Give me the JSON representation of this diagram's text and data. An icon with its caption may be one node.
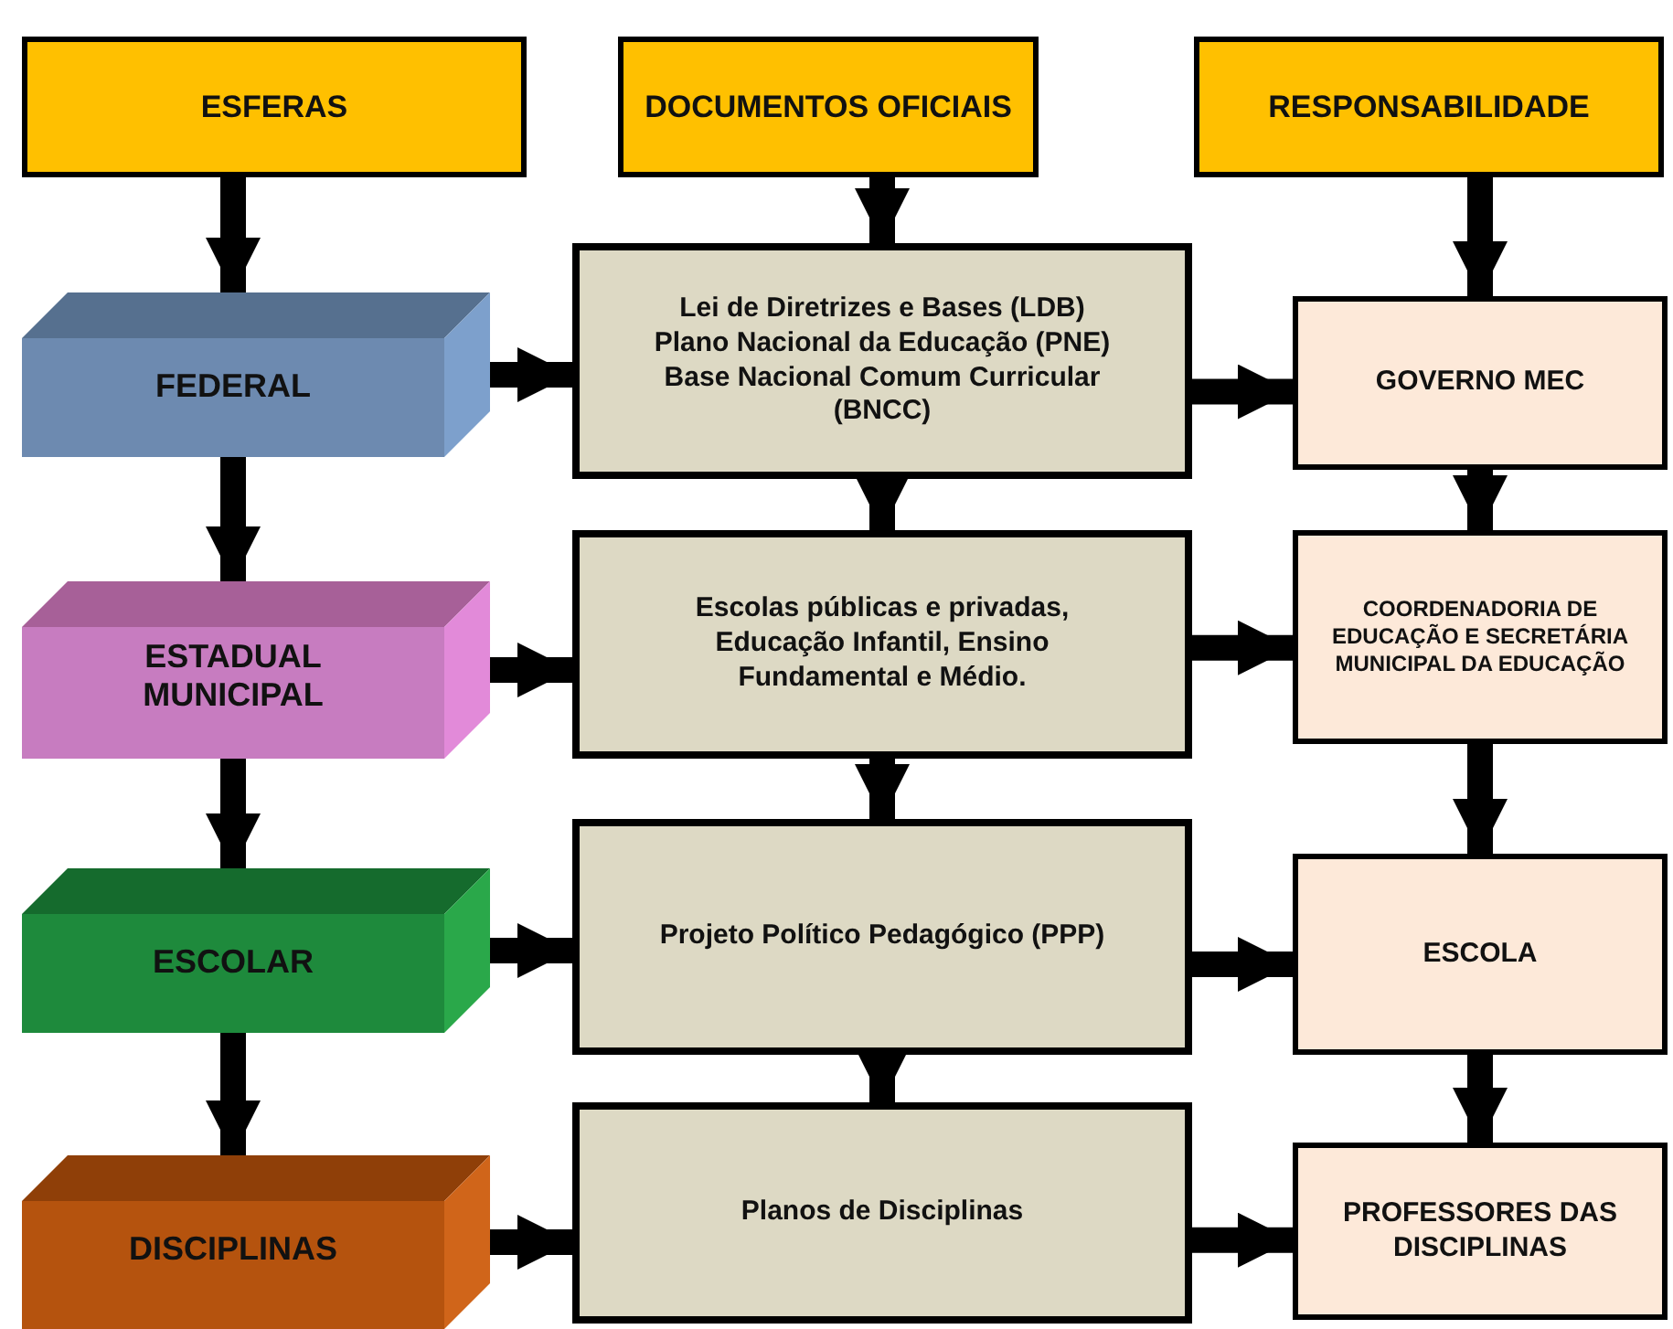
{
  "diagram": {
    "nodes": [
      {
        "text": [
          "ESFERAS"
        ]
      },
      {
        "text": [
          "DOCUMENTOS OFICIAIS"
        ]
      },
      {
        "text": [
          "RESPONSABILIDADE"
        ]
      },
      {
        "text": [
          "FEDERAL"
        ]
      },
      {
        "text": [
          "Lei de Diretrizes e Bases (LDB)",
          "Plano Nacional da Educação (PNE)",
          "Base Nacional Comum Curricular (BNCC)"
        ]
      },
      {
        "text": [
          "GOVERNO MEC"
        ]
      },
      {
        "text": [
          "ESTADUAL MUNICIPAL"
        ]
      },
      {
        "text": [
          "Escolas públicas e privadas, Educação Infantil, Ensino Fundamental e Médio."
        ]
      },
      {
        "text": [
          "COORDENADORIA DE EDUCAÇÃO E SECRETÁRIA MUNICIPAL DA EDUCAÇÃO"
        ]
      },
      {
        "text": [
          "ESCOLAR"
        ]
      },
      {
        "text": [
          "Projeto Político Pedagógico (PPP)"
        ]
      },
      {
        "text": [
          "ESCOLA"
        ]
      },
      {
        "text": [
          "DISCIPLINAS"
        ]
      },
      {
        "text": [
          "Planos de Disciplinas"
        ]
      },
      {
        "text": [
          "PROFESSORES DAS DISCIPLINAS"
        ]
      }
    ],
    "edges": [
      {
        "from": 0,
        "to": 3,
        "arrow": "to"
      },
      {
        "from": 3,
        "to": 6,
        "arrow": "to"
      },
      {
        "from": 6,
        "to": 9,
        "arrow": "to"
      },
      {
        "from": 9,
        "to": 12,
        "arrow": "to"
      },
      {
        "from": 1,
        "to": 4,
        "arrow": "to"
      },
      {
        "from": 4,
        "to": 7,
        "arrow": "to"
      },
      {
        "from": 7,
        "to": 10,
        "arrow": "to"
      },
      {
        "from": 10,
        "to": 13,
        "arrow": "to"
      },
      {
        "from": 2,
        "to": 5,
        "arrow": "to"
      },
      {
        "from": 5,
        "to": 8,
        "arrow": "to"
      },
      {
        "from": 8,
        "to": 11,
        "arrow": "to"
      },
      {
        "from": 11,
        "to": 14,
        "arrow": "to"
      },
      {
        "from": 3,
        "to": 4,
        "arrow": "to"
      },
      {
        "from": 4,
        "to": 5,
        "arrow": "to"
      },
      {
        "from": 6,
        "to": 7,
        "arrow": "to"
      },
      {
        "from": 7,
        "to": 8,
        "arrow": "to"
      },
      {
        "from": 9,
        "to": 10,
        "arrow": "to"
      },
      {
        "from": 10,
        "to": 11,
        "arrow": "to"
      },
      {
        "from": 12,
        "to": 13,
        "arrow": "to"
      },
      {
        "from": 13,
        "to": 14,
        "arrow": "to"
      }
    ]
  }
}
